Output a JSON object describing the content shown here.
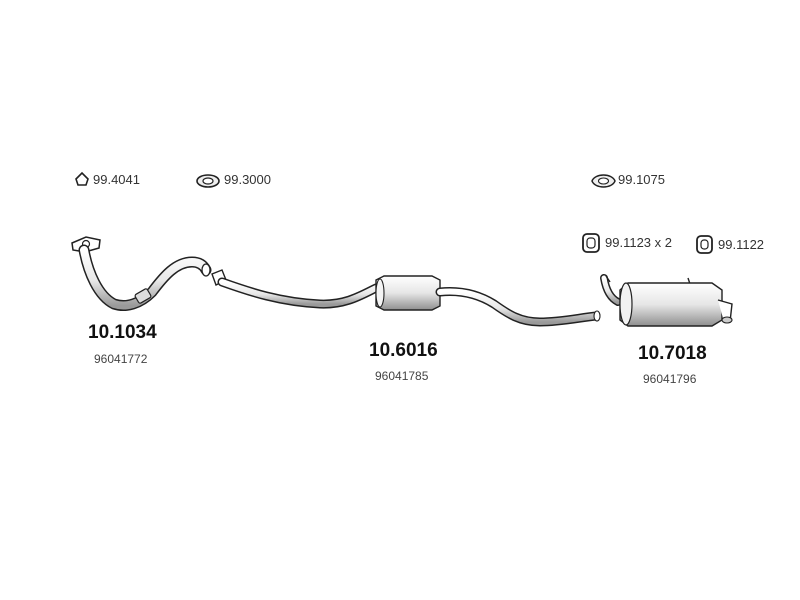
{
  "accessories": [
    {
      "code": "99.4041",
      "icon": "ring-gasket-icon"
    },
    {
      "code": "99.3000",
      "icon": "flange-gasket-icon"
    },
    {
      "code": "99.1075",
      "icon": "oval-gasket-icon"
    },
    {
      "code": "99.1123 x 2",
      "icon": "rubber-mount-icon"
    },
    {
      "code": "99.1122",
      "icon": "rubber-mount-icon"
    }
  ],
  "parts": [
    {
      "code": "10.1034",
      "oem": "96041772",
      "icon": "front-pipe-icon"
    },
    {
      "code": "10.6016",
      "oem": "96041785",
      "icon": "middle-silencer-icon"
    },
    {
      "code": "10.7018",
      "oem": "96041796",
      "icon": "rear-silencer-icon"
    }
  ],
  "colors": {
    "line": "#222222",
    "fill": "#ffffff",
    "shade": "#d9d9d9",
    "dark_shade": "#9a9a9a"
  }
}
